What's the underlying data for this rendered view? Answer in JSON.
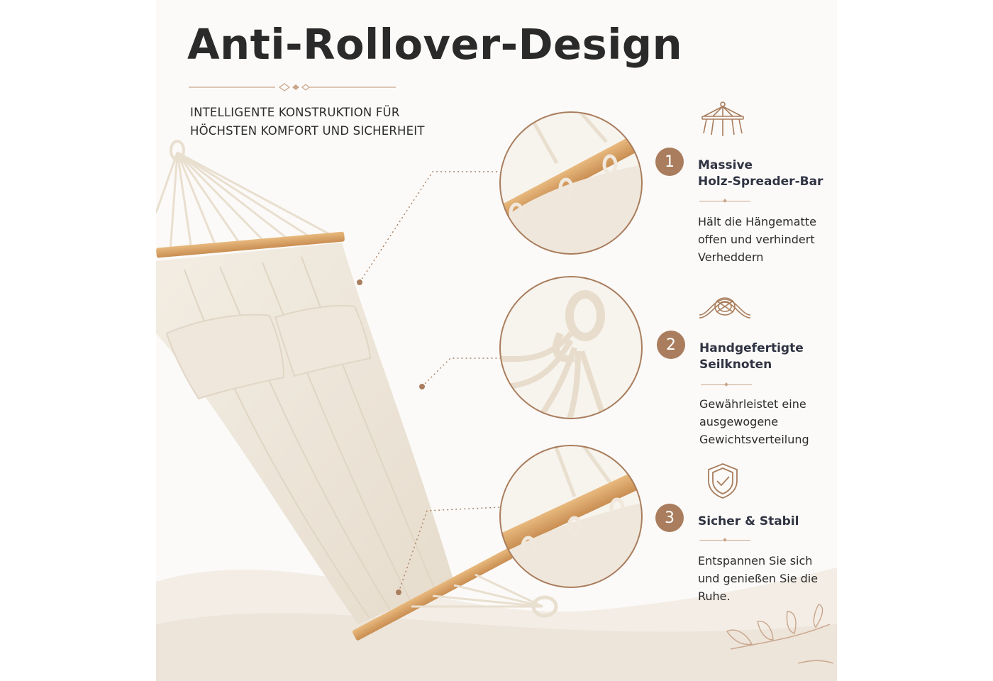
{
  "header": {
    "title": "Anti-Rollover-Design",
    "subtitle_lines": [
      "INTELLIGENTE KONSTRUKTION FÜR",
      "HÖCHSTEN KOMFORT UND SICHERHEIT"
    ]
  },
  "features": [
    {
      "number": "1",
      "icon": "spreader-bar-icon",
      "heading_lines": [
        "Massive",
        "Holz-Spreader-Bar"
      ],
      "description_lines": [
        "Hält die Hängematte",
        "offen und verhindert",
        "Verheddern"
      ]
    },
    {
      "number": "2",
      "icon": "rope-knot-icon",
      "heading_lines": [
        "Handgefertigte",
        "Seilknoten"
      ],
      "description_lines": [
        "Gewährleistet eine",
        "ausgewogene",
        "Gewichtsverteilung"
      ]
    },
    {
      "number": "3",
      "icon": "shield-check-icon",
      "heading_lines": [
        "Sicher & Stabil"
      ],
      "description_lines": [
        "Entspannen Sie sich",
        "und genießen Sie die",
        "Ruhe."
      ]
    }
  ],
  "colors": {
    "accent": "#a97d5d",
    "line": "#c9a58a",
    "fabric": "#efe8dc",
    "wood": "#d9a56a",
    "background": "#fbfaf8"
  }
}
